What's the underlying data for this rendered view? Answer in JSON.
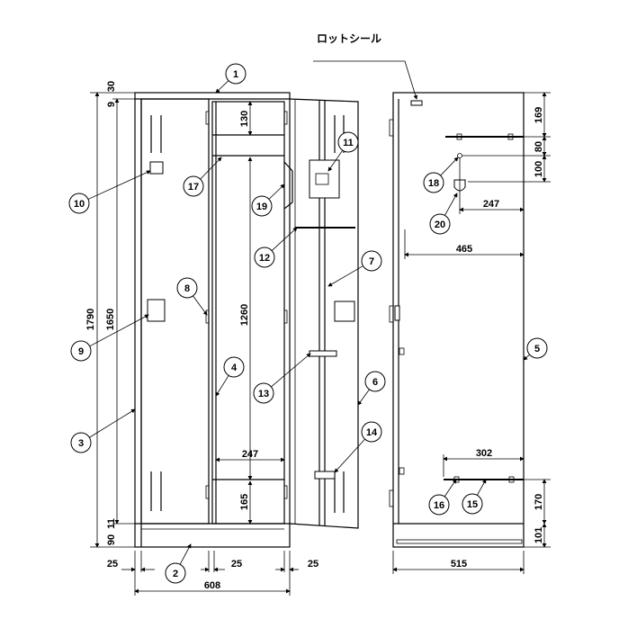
{
  "title": "ロットシール",
  "callouts": [
    "1",
    "2",
    "3",
    "4",
    "5",
    "6",
    "7",
    "8",
    "9",
    "10",
    "11",
    "12",
    "13",
    "14",
    "15",
    "16",
    "17",
    "18",
    "19",
    "20"
  ],
  "dimensions": {
    "total_height": "1790",
    "body_height": "1650",
    "top_30": "30",
    "top_9": "9",
    "bottom_90": "90",
    "bottom_11": "11",
    "shelf_gap": "130",
    "hanger_height": "1260",
    "inner_width": "247",
    "bottom_shelf": "165",
    "side_left": "25",
    "center": "25",
    "side_right": "25",
    "total_width": "608",
    "depth": "515",
    "side_top": "169",
    "side_80": "80",
    "side_100": "100",
    "hook_depth": "247",
    "shelf_depth": "465",
    "bottom_shelf_depth": "302",
    "side_170": "170",
    "side_101": "101"
  }
}
